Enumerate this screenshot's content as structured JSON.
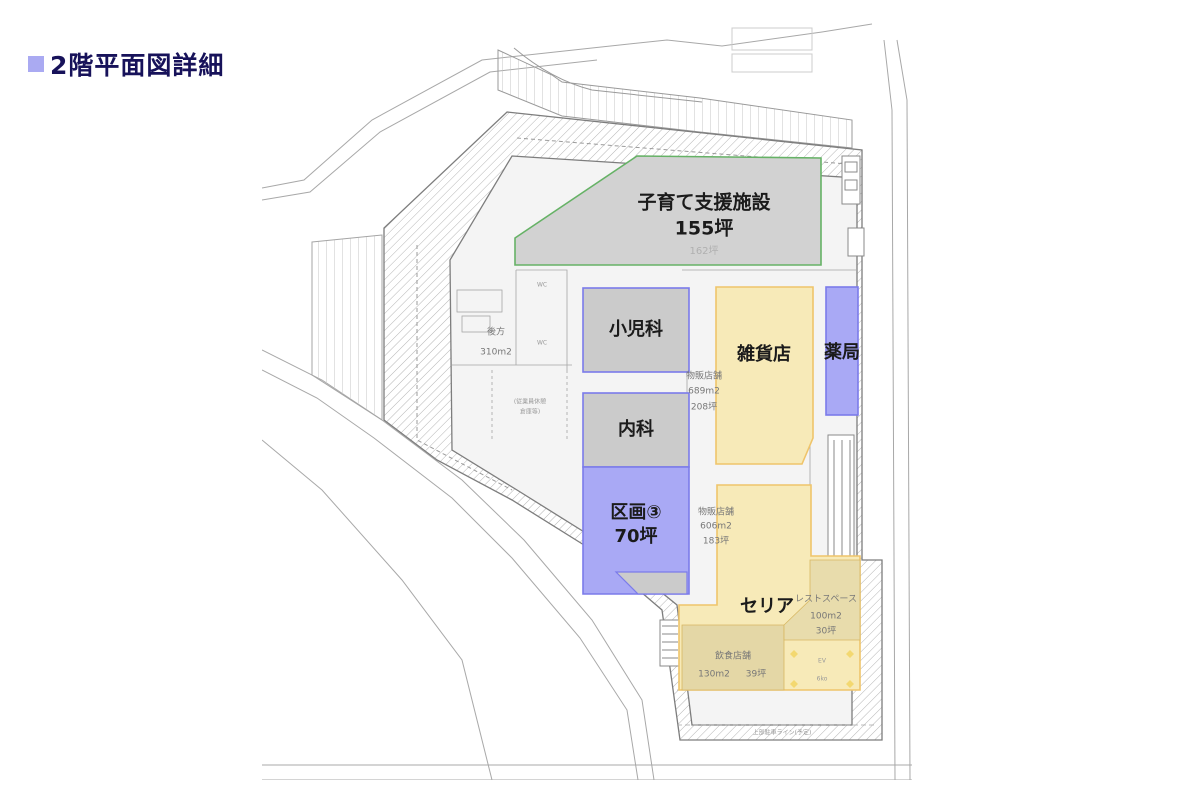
{
  "heading": {
    "text": "2階平面図詳細",
    "marker_color": "#aaaaf2",
    "text_color": "#17125a"
  },
  "colors": {
    "clinic_fill": "#a9a9f5",
    "clinic_stroke": "#7b7bea",
    "retail_fill": "#f7eab8",
    "retail_stroke": "#efc46a",
    "childcare_stroke": "#66b266",
    "gray_fill": "#cfcfcf",
    "plan_line": "#8f8f8f"
  },
  "rooms": {
    "childcare": {
      "name": "子育て支援施設",
      "area_tsubo": "155坪",
      "area_old": "162坪"
    },
    "pediatrics": {
      "name": "小児科"
    },
    "internal_medicine": {
      "name": "内科"
    },
    "section3": {
      "name": "区画③",
      "area": "70坪"
    },
    "general_store": {
      "name": "雑貨店"
    },
    "pharmacy": {
      "name": "薬局"
    },
    "seria": {
      "name": "セリア"
    }
  },
  "plan_notes": {
    "retail_upper_name": "物販店舗",
    "retail_upper_m2": "689m2",
    "retail_upper_tsubo": "208坪",
    "retail_lower_name": "物販店舗",
    "retail_lower_m2": "606m2",
    "retail_lower_tsubo": "183坪",
    "rest_space_name": "レストスペース",
    "rest_space_m2": "100m2",
    "rest_space_tsubo": "30坪",
    "restaurant_name": "飲食店舗",
    "restaurant_m2": "130m2",
    "restaurant_tsubo": "39坪",
    "backyard_name": "後方",
    "backyard_m2": "310m2",
    "shared_name": "(従業員休憩",
    "shared_sub": "倉庫等)",
    "wc_a": "WC",
    "wc_b": "WC",
    "ev_label": "EV",
    "ev_sub": "6ko",
    "bottom_note": "上部駐車ライン(予定)"
  }
}
